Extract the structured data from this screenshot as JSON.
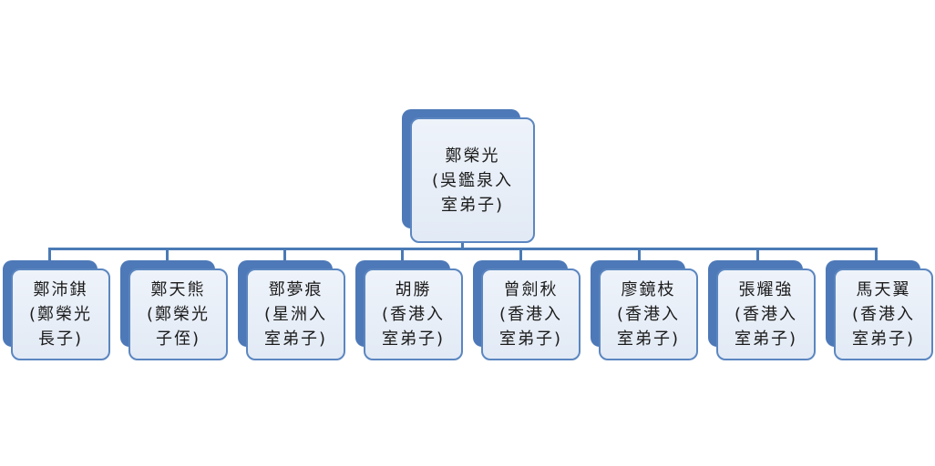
{
  "root": {
    "lines": [
      "鄭榮光",
      "(吳鑑泉入",
      "室弟子)"
    ]
  },
  "children": [
    {
      "lines": [
        "鄭沛錤",
        "(鄭榮光",
        "長子)"
      ]
    },
    {
      "lines": [
        "鄭天熊",
        "(鄭榮光",
        "子侄)"
      ]
    },
    {
      "lines": [
        "鄧夢痕",
        "(星洲入",
        "室弟子)"
      ]
    },
    {
      "lines": [
        "胡勝",
        "(香港入",
        "室弟子)"
      ]
    },
    {
      "lines": [
        "曾劍秋",
        "(香港入",
        "室弟子)"
      ]
    },
    {
      "lines": [
        "廖鏡枝",
        "(香港入",
        "室弟子)"
      ]
    },
    {
      "lines": [
        "張耀強",
        "(香港入",
        "室弟子)"
      ]
    },
    {
      "lines": [
        "馬天翼",
        "(香港入",
        "室弟子)"
      ]
    }
  ],
  "colors": {
    "shadow": "#4e79b8",
    "border": "#5b86c0",
    "fill": "#e8eef7",
    "connector": "#4a7ab5",
    "text": "#1b1b1b"
  }
}
